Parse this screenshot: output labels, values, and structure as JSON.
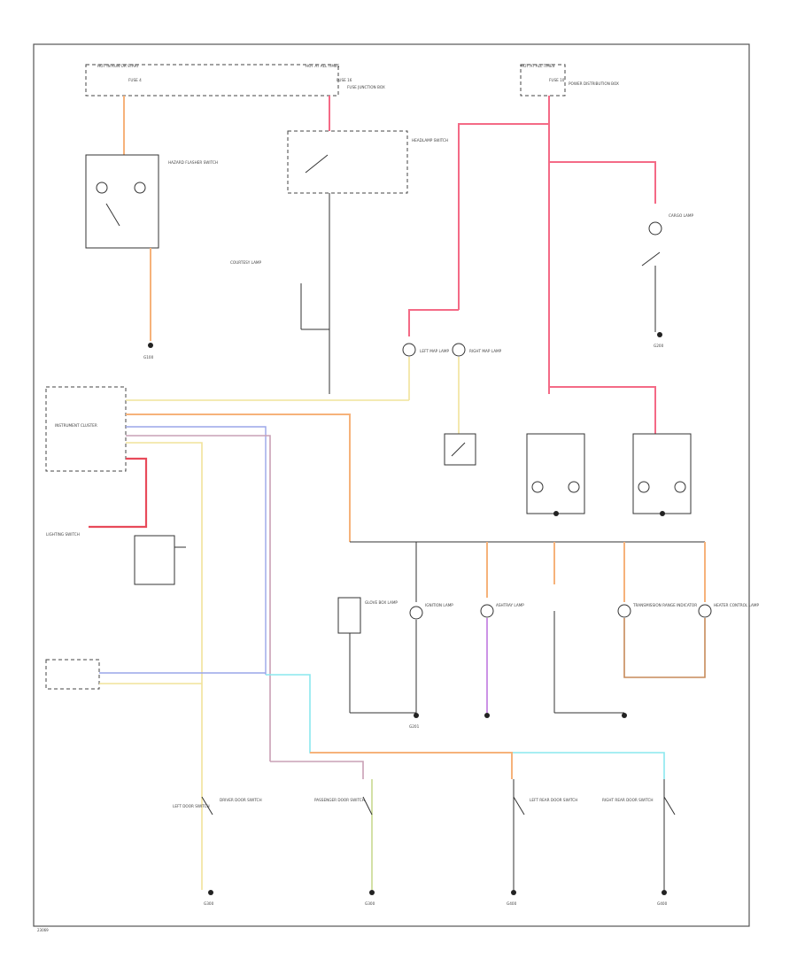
{
  "labels": {
    "hot_at_all_times_left": "HOT IN RUN OR START",
    "hot_at_all_times_mid": "HOT AT ALL TIMES",
    "hot_at_all_times_right": "HOT AT ALL TIMES",
    "fuse_1": "FUSE 4",
    "fuse_2": "FUSE 16",
    "fuse_3": "FUSE 10",
    "fuse_box_1": "FUSE JUNCTION BOX",
    "fuse_box_2": "POWER DISTRIBUTION BOX",
    "hazard_switch": "HAZARD FLASHER SWITCH",
    "headlamp_switch": "HEADLAMP SWITCH",
    "courtesy_lamp": "COURTESY LAMP",
    "instrument_cluster": "INSTRUMENT CLUSTER",
    "lighting_switch": "LIGHTING SWITCH",
    "left_door_switch": "LEFT DOOR SWITCH",
    "driver_door_switch": "DRIVER DOOR SWITCH",
    "passenger_door_switch": "PASSENGER DOOR SWITCH",
    "left_rear_door_switch": "LEFT REAR DOOR SWITCH",
    "right_rear_door_switch": "RIGHT REAR DOOR SWITCH",
    "left_map_lamp": "LEFT MAP LAMP",
    "right_map_lamp": "RIGHT MAP LAMP",
    "cargo_lamp": "CARGO LAMP",
    "glove_box_lamp": "GLOVE BOX LAMP",
    "ignition_lamp": "IGNITION LAMP",
    "ashtray_lamp": "ASHTRAY LAMP",
    "transmission_lamp": "TRANSMISSION RANGE INDICATOR",
    "heater_lamp": "HEATER CONTROL LAMP",
    "g100": "G100",
    "g200": "G200",
    "g201": "G201",
    "g300": "G300",
    "g400": "G400",
    "footer_code": "23069"
  },
  "wire_colors": {
    "pink": "#f46a86",
    "orange": "#f6b27a",
    "yellow": "#f1e39a",
    "lavender": "#9aa6e8",
    "cyan": "#8ae8ee",
    "violet": "#c078e0",
    "brown": "#c78a5a",
    "red": "#e84a5a"
  }
}
